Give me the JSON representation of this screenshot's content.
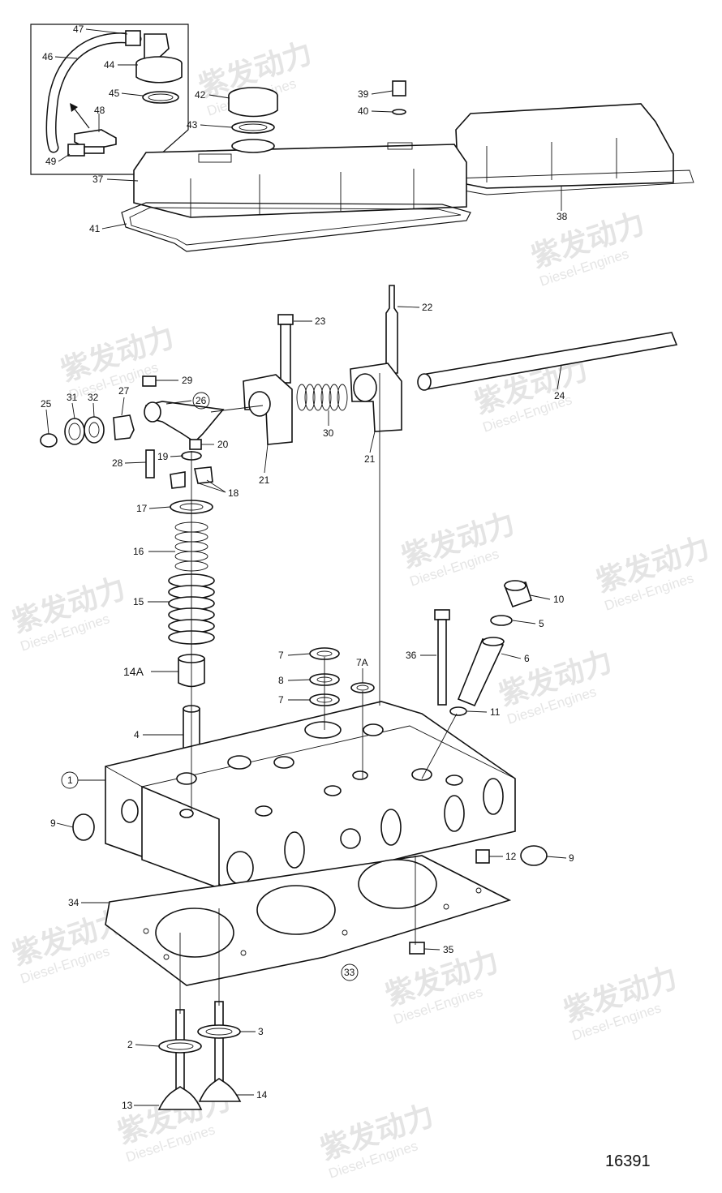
{
  "figure_number": "16391",
  "watermark": {
    "brand": "紫发动力",
    "subtitle": "Diesel-Engines"
  },
  "callouts": [
    {
      "id": "47",
      "text": "47"
    },
    {
      "id": "46",
      "text": "46"
    },
    {
      "id": "44",
      "text": "44"
    },
    {
      "id": "45",
      "text": "45"
    },
    {
      "id": "48",
      "text": "48"
    },
    {
      "id": "49",
      "text": "49"
    },
    {
      "id": "42",
      "text": "42"
    },
    {
      "id": "43",
      "text": "43"
    },
    {
      "id": "39",
      "text": "39"
    },
    {
      "id": "40",
      "text": "40"
    },
    {
      "id": "37",
      "text": "37"
    },
    {
      "id": "38",
      "text": "38"
    },
    {
      "id": "41",
      "text": "41"
    },
    {
      "id": "23",
      "text": "23"
    },
    {
      "id": "22",
      "text": "22"
    },
    {
      "id": "24",
      "text": "24"
    },
    {
      "id": "29",
      "text": "29"
    },
    {
      "id": "26",
      "text": "26"
    },
    {
      "id": "25",
      "text": "25"
    },
    {
      "id": "31",
      "text": "31"
    },
    {
      "id": "32",
      "text": "32"
    },
    {
      "id": "27",
      "text": "27"
    },
    {
      "id": "30",
      "text": "30"
    },
    {
      "id": "21a",
      "text": "21"
    },
    {
      "id": "21b",
      "text": "21"
    },
    {
      "id": "19",
      "text": "19"
    },
    {
      "id": "20",
      "text": "20"
    },
    {
      "id": "28",
      "text": "28"
    },
    {
      "id": "18",
      "text": "18"
    },
    {
      "id": "17",
      "text": "17"
    },
    {
      "id": "16",
      "text": "16"
    },
    {
      "id": "15",
      "text": "15"
    },
    {
      "id": "14A",
      "text": "14A"
    },
    {
      "id": "10",
      "text": "10"
    },
    {
      "id": "5",
      "text": "5"
    },
    {
      "id": "6",
      "text": "6"
    },
    {
      "id": "7a",
      "text": "7"
    },
    {
      "id": "8",
      "text": "8"
    },
    {
      "id": "7b",
      "text": "7"
    },
    {
      "id": "7A",
      "text": "7A"
    },
    {
      "id": "36",
      "text": "36"
    },
    {
      "id": "11",
      "text": "11"
    },
    {
      "id": "4",
      "text": "4"
    },
    {
      "id": "1",
      "text": "1"
    },
    {
      "id": "9a",
      "text": "9"
    },
    {
      "id": "12",
      "text": "12"
    },
    {
      "id": "9b",
      "text": "9"
    },
    {
      "id": "34",
      "text": "34"
    },
    {
      "id": "35",
      "text": "35"
    },
    {
      "id": "33",
      "text": "33"
    },
    {
      "id": "2",
      "text": "2"
    },
    {
      "id": "3",
      "text": "3"
    },
    {
      "id": "13",
      "text": "13"
    },
    {
      "id": "14",
      "text": "14"
    }
  ]
}
